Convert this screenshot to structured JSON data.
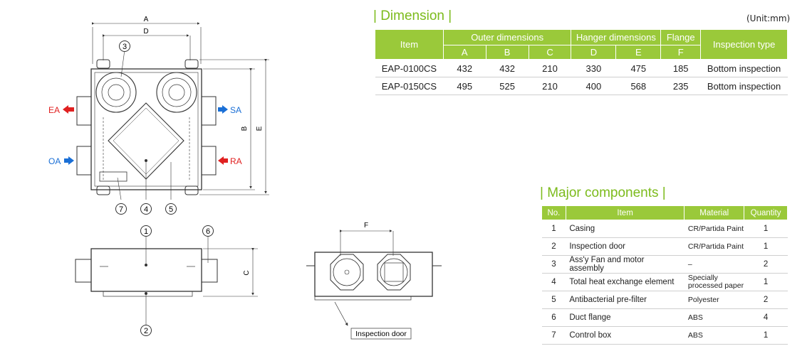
{
  "drawing": {
    "top_dims": {
      "a": "A",
      "d": "D"
    },
    "side_dims": {
      "b": "B",
      "e": "E",
      "c": "C",
      "f": "F"
    },
    "airflow": {
      "ea": "EA",
      "sa": "SA",
      "oa": "OA",
      "ra": "RA",
      "ea_color": "#e02020",
      "ra_color": "#e02020",
      "sa_color": "#1a6fd6",
      "oa_color": "#1a6fd6"
    },
    "callouts": [
      "1",
      "2",
      "3",
      "4",
      "5",
      "6",
      "7"
    ],
    "inspection_door_label": "Inspection door"
  },
  "dimension": {
    "title": "| Dimension |",
    "unit": "(Unit:mm)",
    "groups": {
      "item": "Item",
      "outer": "Outer dimensions",
      "hanger": "Hanger dimensions",
      "flange": "Flange",
      "inspection": "Inspection type"
    },
    "subheaders": [
      "A",
      "B",
      "C",
      "D",
      "E",
      "F"
    ],
    "rows": [
      [
        "EAP-0100CS",
        "432",
        "432",
        "210",
        "330",
        "475",
        "185",
        "Bottom inspection"
      ],
      [
        "EAP-0150CS",
        "495",
        "525",
        "210",
        "400",
        "568",
        "235",
        "Bottom inspection"
      ]
    ]
  },
  "components": {
    "title": "| Major components  |",
    "headers": {
      "no": "No.",
      "item": "Item",
      "material": "Material",
      "quantity": "Quantity"
    },
    "rows": [
      {
        "no": "1",
        "item": "Casing",
        "material": "CR/Partida Paint",
        "qty": "1"
      },
      {
        "no": "2",
        "item": "Inspection door",
        "material": "CR/Partida Paint",
        "qty": "1"
      },
      {
        "no": "3",
        "item": "Ass'y Fan and motor assembly",
        "material": "–",
        "qty": "2"
      },
      {
        "no": "4",
        "item": "Total heat exchange element",
        "material": "Specially processed paper",
        "qty": "1"
      },
      {
        "no": "5",
        "item": "Antibacterial pre-filter",
        "material": "Polyester",
        "qty": "2"
      },
      {
        "no": "6",
        "item": "Duct flange",
        "material": "ABS",
        "qty": "4"
      },
      {
        "no": "7",
        "item": "Control box",
        "material": "ABS",
        "qty": "1"
      }
    ]
  },
  "colors": {
    "accent": "#9ac93a",
    "title": "#7cbb1c"
  }
}
